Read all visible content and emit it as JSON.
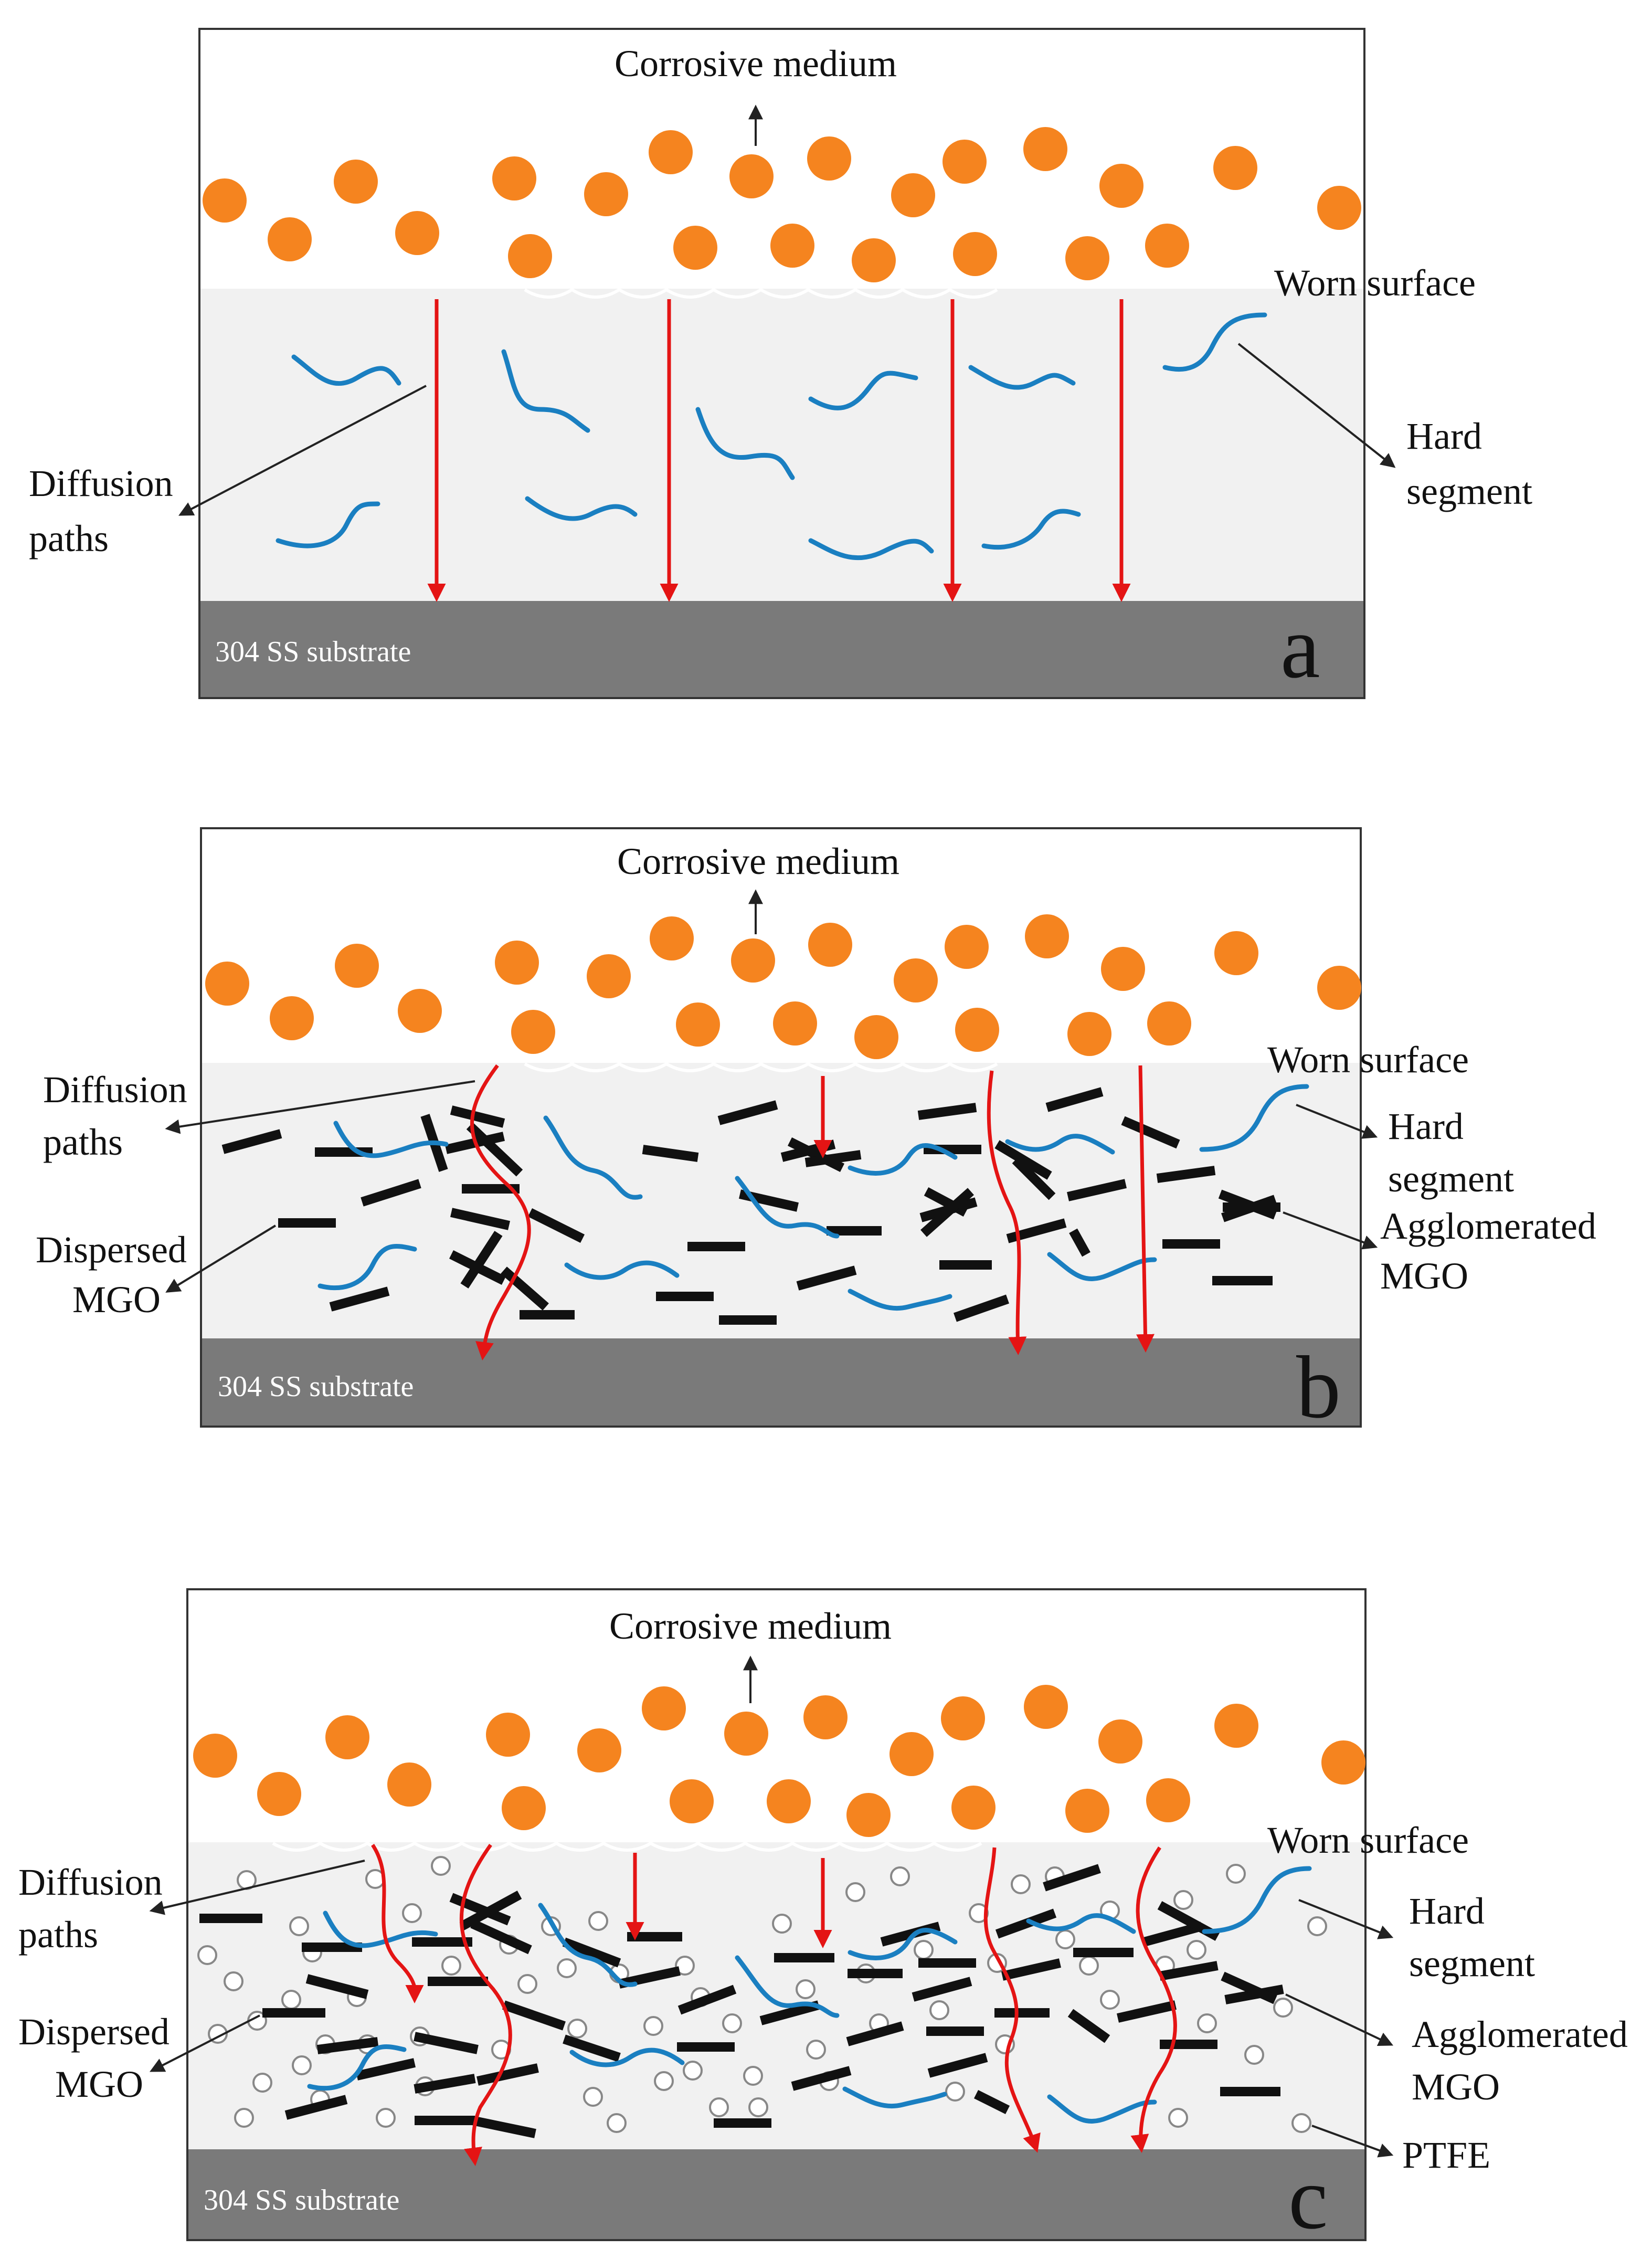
{
  "colors": {
    "medium_particle": "#f5841f",
    "coating": "#f1f1f1",
    "substrate": "#7a7a7a",
    "panel_border": "#333333",
    "diffusion_path": "#e41414",
    "hard_segment": "#1a7fc1",
    "mgo_flake": "#111111",
    "ptfe_particle": "#888888",
    "leader_line": "#222222"
  },
  "icons": {
    "medium_particle": "circle-icon",
    "diffusion_path": "arrow-down-icon",
    "hard_segment": "wavy-line-icon",
    "mgo_flake": "flake-bar-icon",
    "ptfe_particle": "hollow-circle-icon"
  },
  "panels": [
    {
      "letter": "a",
      "labels": {
        "corrosive_medium": "Corrosive medium",
        "worn_surface": "Worn surface",
        "diffusion_paths": [
          "Diffusion",
          "paths"
        ],
        "hard_segment": [
          "Hard",
          "segment"
        ],
        "substrate": "304 SS substrate"
      }
    },
    {
      "letter": "b",
      "labels": {
        "corrosive_medium": "Corrosive medium",
        "worn_surface": "Worn surface",
        "diffusion_paths": [
          "Diffusion",
          "paths"
        ],
        "hard_segment": [
          "Hard",
          "segment"
        ],
        "dispersed_mgo": [
          "Dispersed",
          "MGO"
        ],
        "agglomerated_mgo": [
          "Agglomerated",
          "MGO"
        ],
        "substrate": "304 SS substrate"
      }
    },
    {
      "letter": "c",
      "labels": {
        "corrosive_medium": "Corrosive medium",
        "worn_surface": "Worn surface",
        "diffusion_paths": [
          "Diffusion",
          "paths"
        ],
        "hard_segment": [
          "Hard",
          "segment"
        ],
        "dispersed_mgo": [
          "Dispersed",
          "MGO"
        ],
        "agglomerated_mgo": [
          "Agglomerated",
          "MGO"
        ],
        "ptfe": "PTFE",
        "substrate": "304 SS substrate"
      }
    }
  ]
}
